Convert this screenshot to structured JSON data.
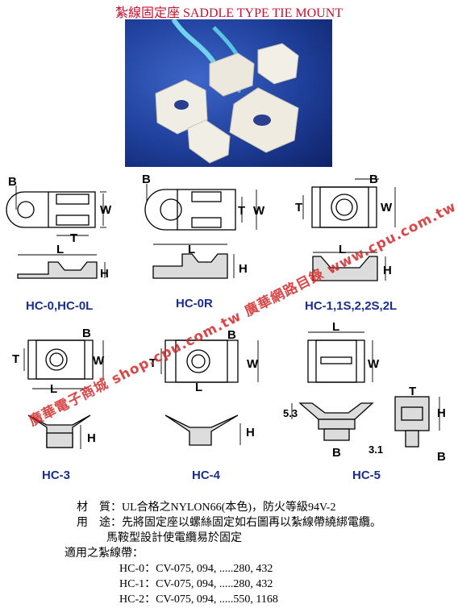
{
  "title": "紮線固定座 SADDLE TYPE TIE MOUNT",
  "photo": {
    "description_icon": "tie-mount-photo"
  },
  "dims": {
    "B": "B",
    "W": "W",
    "T": "T",
    "L": "L",
    "H": "H",
    "d53": "5.3",
    "d31": "3.1"
  },
  "models": {
    "hc0": "HC-0,HC-0L",
    "hc0r": "HC-0R",
    "hc1": "HC-1,1S,2,2S,2L",
    "hc3": "HC-3",
    "hc4": "HC-4",
    "hc5": "HC-5"
  },
  "watermark": "廣華電子商城 shop.cpu.com.tw 廣華網路目錄 www.cpu.com.tw",
  "specs": {
    "material_key": "材　質：",
    "material_val": "UL合格之NYLON66(本色)，防火等級94V-2",
    "usage_key": "用　途：",
    "usage_val1": "先將固定座以螺絲固定如右圖再以紮線帶繞綁電纜。",
    "usage_val2": "馬鞍型設計使電纜易於固定",
    "applicable": "適用之紮線帶：",
    "lines": [
      "HC-0：CV-075, 094, .....280, 432",
      "HC-1：CV-075, 094, .....280, 432",
      "HC-2：CV-075, 094, .....550, 1168"
    ]
  }
}
